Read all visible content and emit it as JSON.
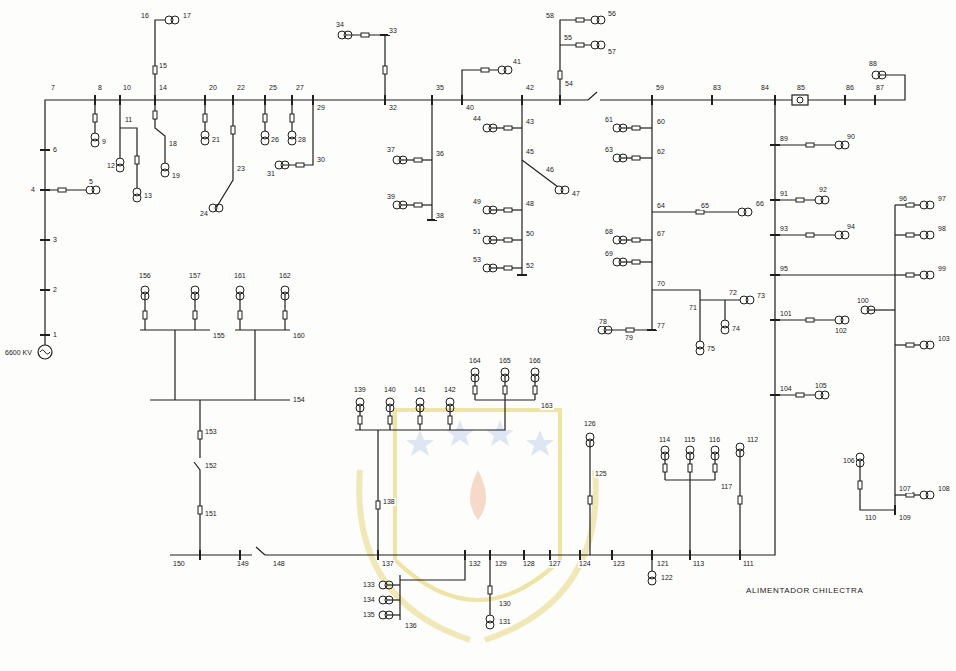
{
  "diagram": {
    "caption": "ALIMENTADOR CHILECTRA",
    "labels": [
      "6600 KV",
      "1",
      "2",
      "3",
      "4",
      "5",
      "6",
      "7",
      "8",
      "9",
      "10",
      "11",
      "12",
      "13",
      "14",
      "15",
      "16",
      "17",
      "18",
      "19",
      "20",
      "21",
      "22",
      "23",
      "24",
      "25",
      "26",
      "27",
      "28",
      "29",
      "30",
      "31",
      "32",
      "33",
      "34",
      "35",
      "36",
      "37",
      "38",
      "39",
      "40",
      "41",
      "42",
      "43",
      "44",
      "45",
      "46",
      "47",
      "48",
      "49",
      "50",
      "51",
      "52",
      "53",
      "54",
      "55",
      "56",
      "57",
      "58",
      "59",
      "60",
      "61",
      "62",
      "63",
      "64",
      "65",
      "66",
      "67",
      "68",
      "69",
      "70",
      "71",
      "72",
      "73",
      "74",
      "75",
      "77",
      "78",
      "79",
      "83",
      "84",
      "85",
      "86",
      "87",
      "88",
      "89",
      "90",
      "91",
      "92",
      "93",
      "94",
      "95",
      "96",
      "97",
      "98",
      "99",
      "100",
      "101",
      "102",
      "103",
      "104",
      "105",
      "106",
      "107",
      "108",
      "109",
      "110",
      "111",
      "112",
      "113",
      "114",
      "115",
      "116",
      "117",
      "121",
      "122",
      "123",
      "124",
      "125",
      "126",
      "127",
      "128",
      "129",
      "130",
      "131",
      "132",
      "133",
      "134",
      "135",
      "136",
      "137",
      "138",
      "139",
      "140",
      "141",
      "142",
      "163",
      "164",
      "165",
      "166",
      "148",
      "149",
      "150",
      "151",
      "152",
      "153",
      "154",
      "155",
      "160",
      "156",
      "157",
      "161",
      "162"
    ]
  }
}
